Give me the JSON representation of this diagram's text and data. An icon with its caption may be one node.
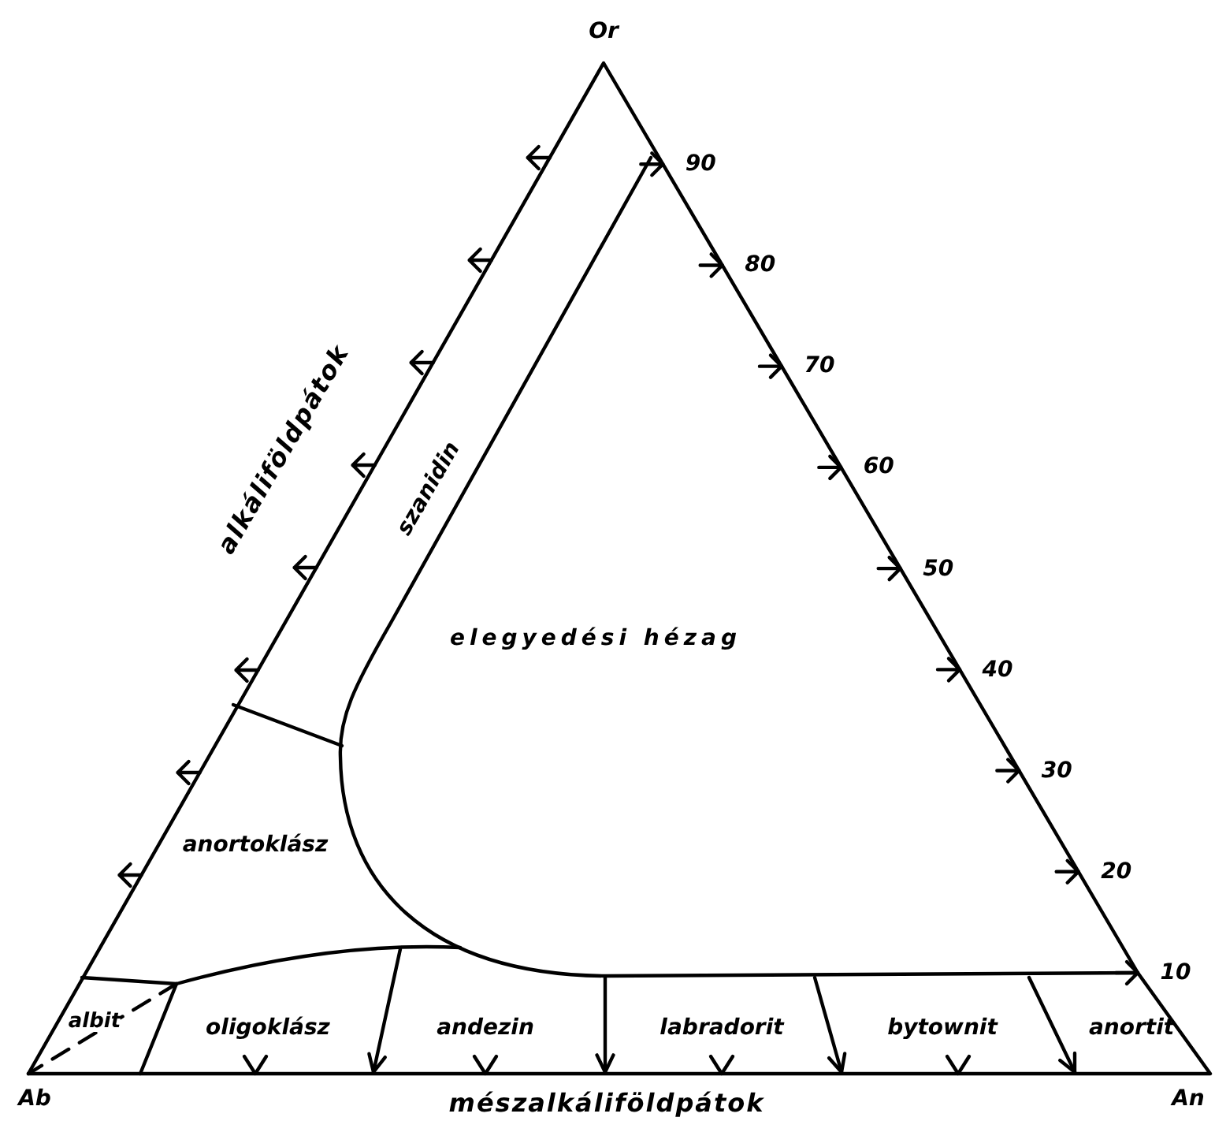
{
  "diagram": {
    "labels": [
      "Or",
      "90",
      "80",
      "70",
      "60",
      "50",
      "40",
      "30",
      "20",
      "10",
      "alkáliföldpátok",
      "szanidin",
      "elegyedési hézag",
      "anortoklász",
      "albit",
      "oligoklász",
      "andezin",
      "labradorit",
      "bytownit",
      "anortit",
      "Ab",
      "An",
      "mészalkáliföldpátok"
    ]
  }
}
